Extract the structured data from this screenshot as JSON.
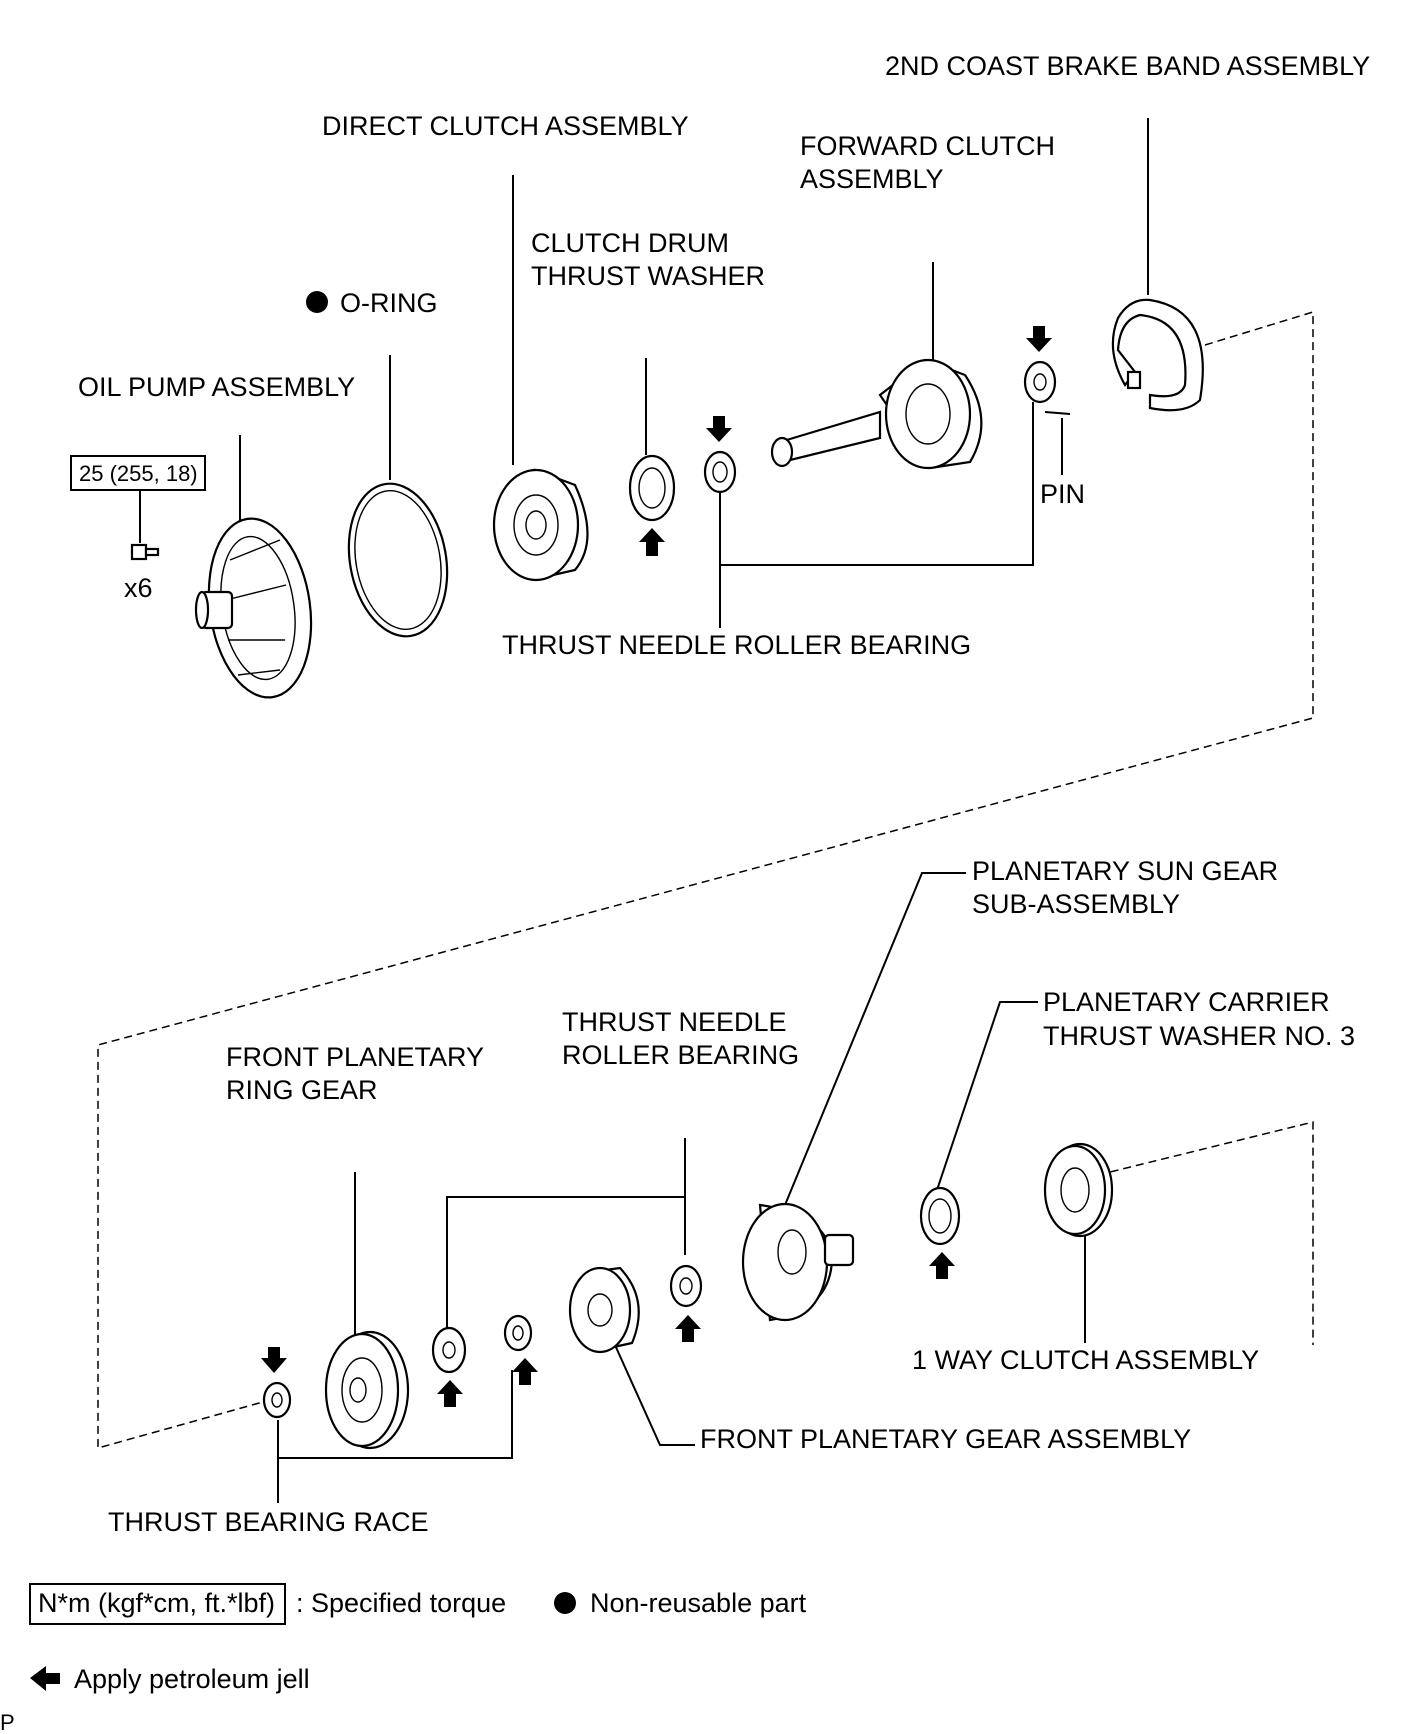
{
  "labels": {
    "coast_brake_band": "2ND COAST BRAKE BAND ASSEMBLY",
    "direct_clutch": "DIRECT CLUTCH ASSEMBLY",
    "forward_clutch_1": "FORWARD CLUTCH",
    "forward_clutch_2": "ASSEMBLY",
    "clutch_drum_washer_1": "CLUTCH DRUM",
    "clutch_drum_washer_2": "THRUST WASHER",
    "o_ring": "O-RING",
    "oil_pump": "OIL PUMP ASSEMBLY",
    "pin": "PIN",
    "torque_value": "25 (255, 18)",
    "bolt_count": "x6",
    "thrust_needle_top": "THRUST NEEDLE ROLLER BEARING",
    "sun_gear_1": "PLANETARY SUN GEAR",
    "sun_gear_2": "SUB-ASSEMBLY",
    "carrier_washer_1": "PLANETARY CARRIER",
    "carrier_washer_2": "THRUST WASHER NO. 3",
    "thrust_needle_bot_1": "THRUST NEEDLE",
    "thrust_needle_bot_2": "ROLLER BEARING",
    "ring_gear_1": "FRONT PLANETARY",
    "ring_gear_2": "RING GEAR",
    "one_way_clutch": "1 WAY CLUTCH ASSEMBLY",
    "front_planetary_gear": "FRONT PLANETARY GEAR ASSEMBLY",
    "thrust_bearing_race": "THRUST BEARING RACE"
  },
  "legend": {
    "torque_box": "N*m (kgf*cm, ft.*lbf)",
    "torque_text": ": Specified torque",
    "nonreusable_text": "Non-reusable part",
    "petroleum_text": "Apply petroleum jell"
  },
  "corner_mark": "P"
}
